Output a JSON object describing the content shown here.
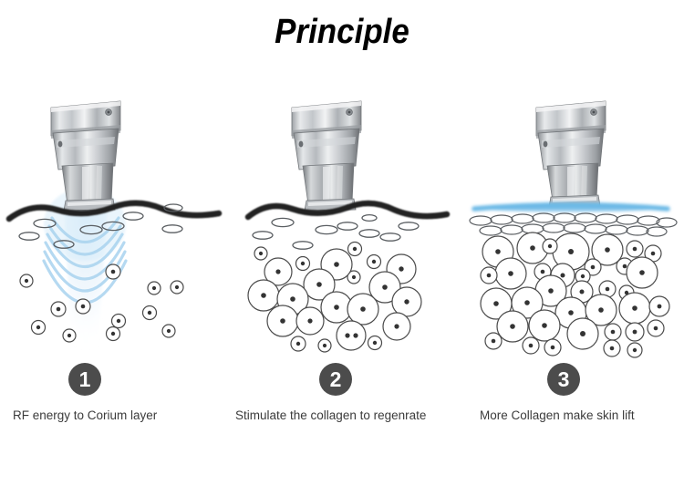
{
  "page": {
    "title": "Principle",
    "background_color": "#ffffff"
  },
  "theme": {
    "badge_color": "#4c4c4c",
    "badge_text_color": "#ffffff",
    "caption_color": "#3b3b3b",
    "skin_line_color": "#1f1f1f",
    "energy_wave_color": "#bcdcf2",
    "lifted_skin_color": "#7cc1ea",
    "collagen_outline_color": "#4a4a4a",
    "device_metal_light": "#ededed",
    "device_metal_mid": "#b9bcc0",
    "device_metal_dark": "#55585c"
  },
  "panels": [
    {
      "step": "1",
      "caption": "RF energy to Corium layer",
      "device_label": "rf-handpiece",
      "skin_style": "wavy-black-line",
      "has_energy_waves": true,
      "collagen_density": "sparse",
      "collagen_size": "small"
    },
    {
      "step": "2",
      "caption": "Stimulate the collagen to regenrate",
      "device_label": "rf-handpiece",
      "skin_style": "wavy-black-line",
      "has_energy_waves": false,
      "collagen_density": "medium",
      "collagen_size": "medium"
    },
    {
      "step": "3",
      "caption": "More Collagen make skin lift",
      "device_label": "rf-handpiece",
      "skin_style": "smooth-blue-band",
      "has_energy_waves": false,
      "collagen_density": "dense",
      "collagen_size": "large"
    }
  ]
}
